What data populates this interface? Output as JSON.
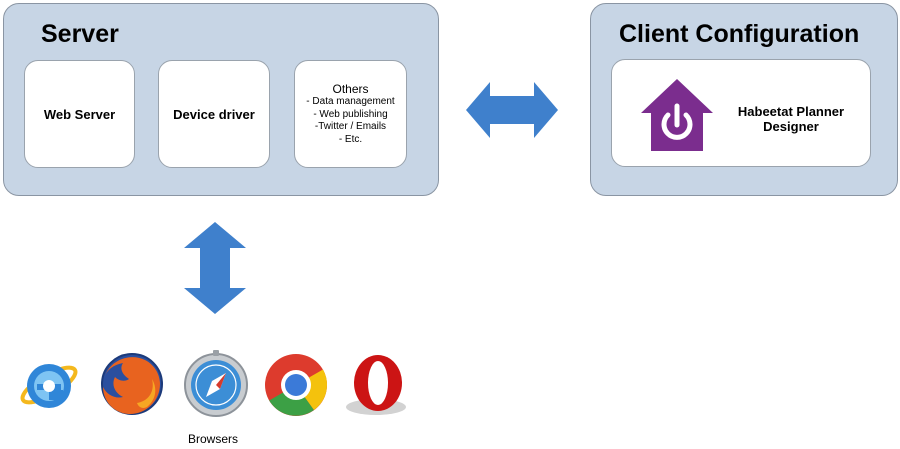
{
  "server": {
    "title": "Server",
    "web_server_label": "Web Server",
    "device_driver_label": "Device driver",
    "others": {
      "heading": "Others",
      "items": [
        "- Data management",
        "- Web publishing",
        "-Twitter / Emails",
        "- Etc."
      ]
    }
  },
  "client": {
    "title": "Client Configuration",
    "app_name_line1": "Habeetat Planner",
    "app_name_line2": "Designer"
  },
  "browsers": {
    "caption": "Browsers",
    "icons": [
      "internet-explorer-icon",
      "firefox-icon",
      "safari-icon",
      "chrome-icon",
      "opera-icon"
    ]
  },
  "colors": {
    "panel_fill": "#c7d5e5",
    "arrow_blue": "#3f80cc",
    "brand_purple": "#7b2d8e"
  }
}
